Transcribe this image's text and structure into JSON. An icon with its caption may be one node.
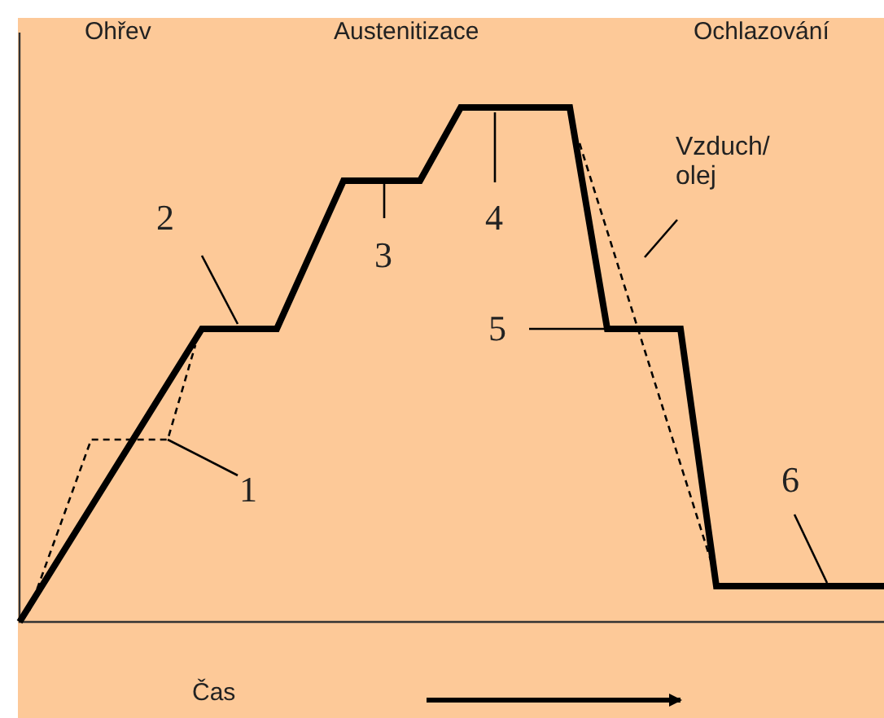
{
  "diagram": {
    "nodes": [
      {
        "text": [
          "1"
        ]
      },
      {
        "text": [
          "2"
        ]
      },
      {
        "text": [
          "3"
        ]
      },
      {
        "text": [
          "4"
        ]
      },
      {
        "text": [
          "5"
        ]
      },
      {
        "text": [
          "6"
        ]
      },
      {
        "text": [
          "Vzduch/ olej"
        ]
      }
    ],
    "edges": [
      {
        "from": 0,
        "to": null,
        "arrow": "none"
      },
      {
        "from": 1,
        "to": null,
        "arrow": "none"
      },
      {
        "from": 2,
        "to": null,
        "arrow": "none"
      },
      {
        "from": 3,
        "to": null,
        "arrow": "none"
      },
      {
        "from": 4,
        "to": null,
        "arrow": "none"
      },
      {
        "from": 5,
        "to": null,
        "arrow": "none"
      },
      {
        "from": 6,
        "to": null,
        "arrow": "none"
      }
    ],
    "labels": [
      "Ohřev",
      "Austenitizace",
      "Ochlazování",
      "Čas"
    ]
  }
}
